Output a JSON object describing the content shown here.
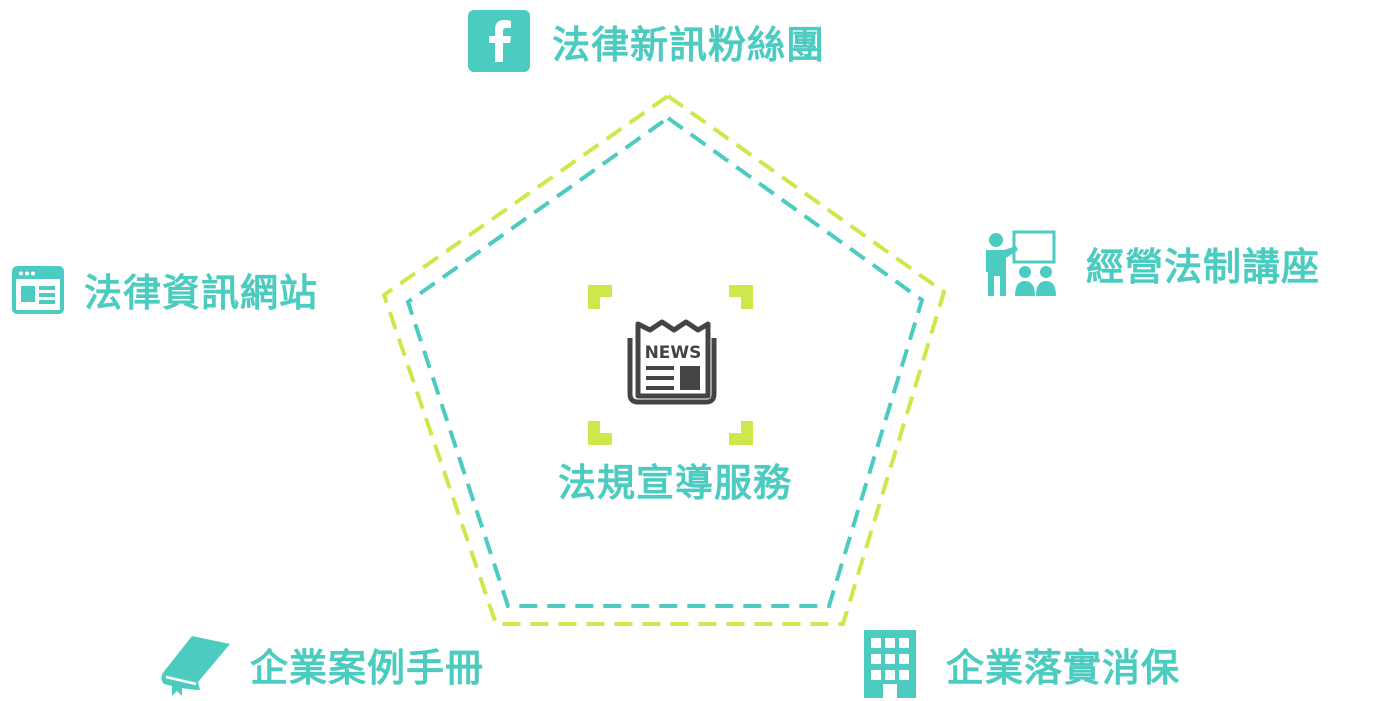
{
  "center": {
    "icon": "news-icon",
    "icon_text": "NEWS",
    "label": "法規宣導服務"
  },
  "nodes": {
    "facebook": {
      "icon": "facebook-icon",
      "label": "法律新訊粉絲團"
    },
    "website": {
      "icon": "webpage-icon",
      "label": "法律資訊網站"
    },
    "seminar": {
      "icon": "presentation-icon",
      "label": "經營法制講座"
    },
    "handbook": {
      "icon": "book-icon",
      "label": "企業案例手冊"
    },
    "consumer": {
      "icon": "building-icon",
      "label": "企業落實消保"
    }
  },
  "colors": {
    "teal": "#4ccbc0",
    "lime": "#cce84a",
    "dark_icon": "#444444"
  }
}
